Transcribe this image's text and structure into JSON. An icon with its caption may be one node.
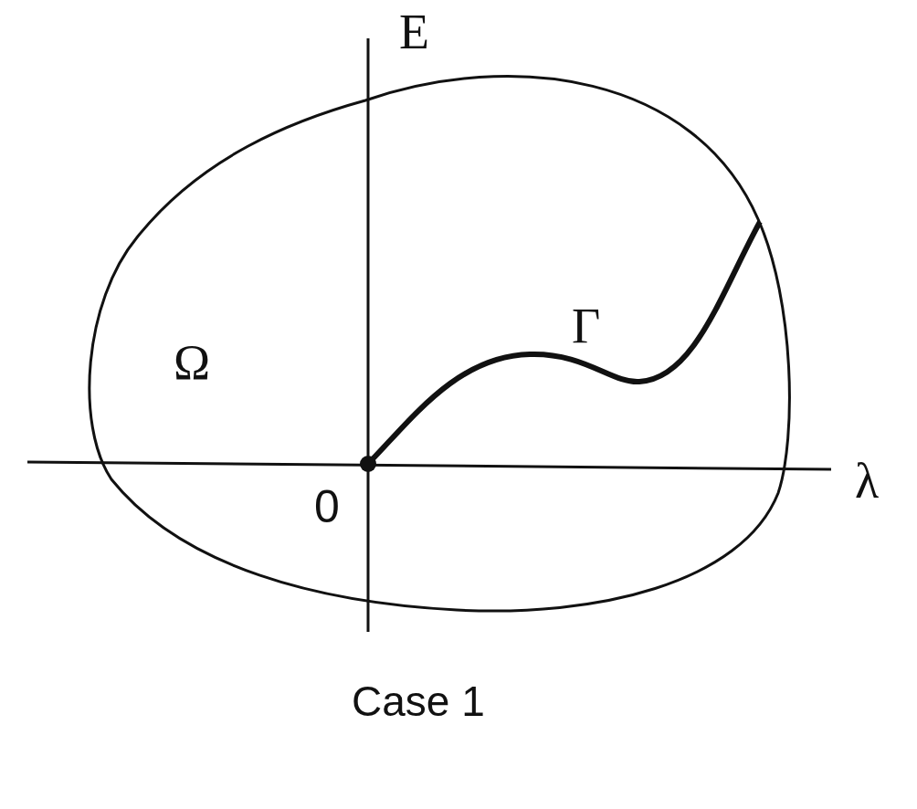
{
  "diagram": {
    "caption": "Case 1",
    "labels": [
      "E",
      "Γ",
      "Ω",
      "λ",
      "0"
    ]
  }
}
